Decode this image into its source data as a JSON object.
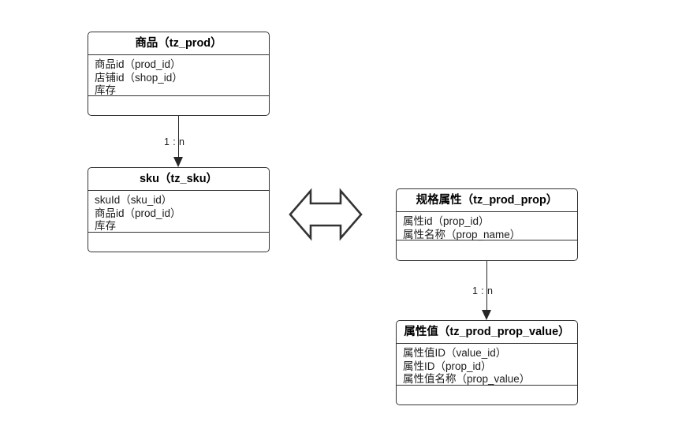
{
  "diagram": {
    "type": "entity-relationship",
    "background": "#ffffff",
    "line_color": "#333333",
    "entities": [
      {
        "id": "prod",
        "title": "商品（tz_prod）",
        "attributes": [
          "商品id（prod_id）",
          "店铺id（shop_id）",
          "库存"
        ],
        "operations": []
      },
      {
        "id": "sku",
        "title": "sku（tz_sku）",
        "attributes": [
          "skuId（sku_id）",
          "商品id（prod_id）",
          "库存"
        ],
        "operations": []
      },
      {
        "id": "prop",
        "title": "规格属性（tz_prod_prop）",
        "attributes": [
          "属性id（prop_id）",
          "属性名称（prop_name）"
        ],
        "operations": []
      },
      {
        "id": "propvalue",
        "title": "属性值（tz_prod_prop_value）",
        "attributes": [
          "属性值ID（value_id）",
          "属性ID（prop_id）",
          "属性值名称（prop_value）"
        ],
        "operations": []
      }
    ],
    "connectors": [
      {
        "id": "prod-sku",
        "from": "prod",
        "to": "sku",
        "label": "1 : n",
        "arrow": "filled-down"
      },
      {
        "id": "prop-value",
        "from": "prop",
        "to": "propvalue",
        "label": "1 : n",
        "arrow": "filled-down"
      }
    ],
    "symbols": [
      {
        "id": "double-arrow",
        "name": "left-right-arrow",
        "style": "hollow-outline"
      }
    ]
  }
}
